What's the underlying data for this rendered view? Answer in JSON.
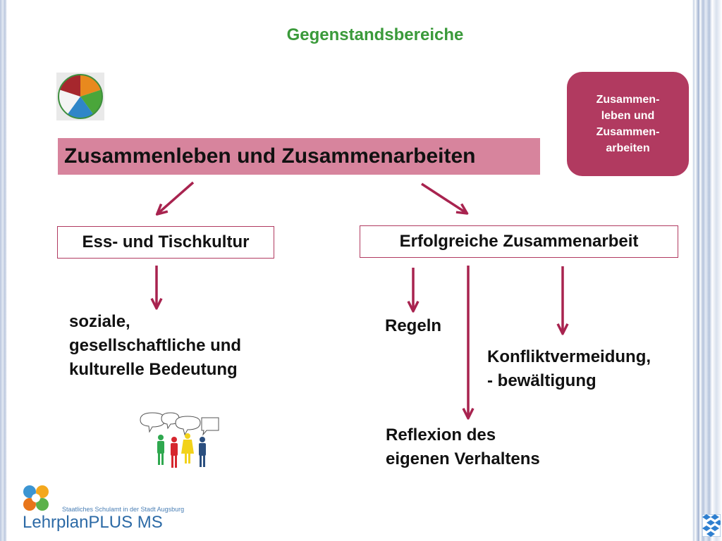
{
  "heading": "Gegenstandsbereiche",
  "main_bar": "Zusammenleben und Zusammenarbeiten",
  "corner_box": "Zusammen-\nleben und\nZusammen-\narbeiten",
  "left_branch": {
    "title": "Ess- und Tischkultur",
    "lines": [
      "soziale,",
      "gesellschaftliche und",
      "kulturelle Bedeutung"
    ]
  },
  "right_branch": {
    "title": "Erfolgreiche Zusammenarbeit",
    "regeln": "Regeln",
    "konflikt": [
      "Konfliktvermeidung,",
      "- bewältigung"
    ],
    "reflexion": [
      "Reflexion des",
      "eigenen Verhaltens"
    ]
  },
  "footer": {
    "school_name": "Staatliches Schulamt in der Stadt Augsburg",
    "brand": "LehrplanPLUS MS"
  },
  "colors": {
    "heading_green": "#3a9a3a",
    "main_bar_pink": "#d7849d",
    "accent_magenta": "#b13a60",
    "arrow": "#a8234f",
    "brand_blue": "#2c6aa6"
  },
  "icons": [
    "subject-wheel-icon",
    "people-speech-icon",
    "school-logo-icon",
    "bavaria-flag-icon"
  ]
}
